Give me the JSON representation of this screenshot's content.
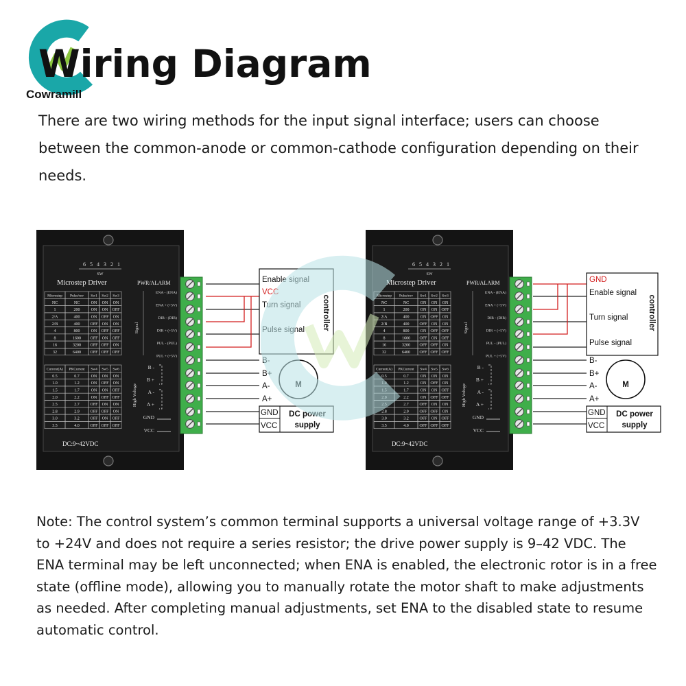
{
  "header": {
    "title": "Wiring Diagram",
    "logo_text": "Cowramill"
  },
  "intro": "There are two wiring methods for the input signal interface; users can choose between the common-anode or common-cathode configuration depending on their needs.",
  "driver": {
    "title": "Microstep Driver",
    "sw_label": "SW",
    "sw_numbers": [
      "6",
      "5",
      "4",
      "3",
      "2",
      "1"
    ],
    "pwr_alarm": "PWR/ALARM",
    "supply_label": "DC:9~42VDC",
    "signal_label": "Signal",
    "high_voltage_label": "High Voltage",
    "signal_terminals": [
      "ENA - (ENA)",
      "ENA + (+5V)",
      "DIR - (DIR)",
      "DIR + (+5V)",
      "PUL - (PUL)",
      "PUL + (+5V)"
    ],
    "power_terminals": [
      "B -",
      "B +",
      "A -",
      "A +",
      "GND",
      "VCC"
    ],
    "microstep_table": {
      "headers": [
        "Microstep",
        "Pulse/rev",
        "Sw1",
        "Sw2",
        "Sw3"
      ],
      "rows": [
        [
          "NC",
          "NC",
          "ON",
          "ON",
          "ON"
        ],
        [
          "1",
          "200",
          "ON",
          "ON",
          "OFF"
        ],
        [
          "2/A",
          "400",
          "ON",
          "OFF",
          "ON"
        ],
        [
          "2/B",
          "400",
          "OFF",
          "ON",
          "ON"
        ],
        [
          "4",
          "800",
          "ON",
          "OFF",
          "OFF"
        ],
        [
          "8",
          "1600",
          "OFF",
          "ON",
          "OFF"
        ],
        [
          "16",
          "3200",
          "OFF",
          "OFF",
          "ON"
        ],
        [
          "32",
          "6400",
          "OFF",
          "OFF",
          "OFF"
        ]
      ]
    },
    "current_table": {
      "headers": [
        "Current(A)",
        "PKCurrent",
        "Sw4",
        "Sw5",
        "Sw6"
      ],
      "rows": [
        [
          "0.5",
          "0.7",
          "ON",
          "ON",
          "ON"
        ],
        [
          "1.0",
          "1.2",
          "ON",
          "OFF",
          "ON"
        ],
        [
          "1.5",
          "1.7",
          "ON",
          "ON",
          "OFF"
        ],
        [
          "2.0",
          "2.2",
          "ON",
          "OFF",
          "OFF"
        ],
        [
          "2.5",
          "2.7",
          "OFF",
          "ON",
          "ON"
        ],
        [
          "2.8",
          "2.9",
          "OFF",
          "OFF",
          "ON"
        ],
        [
          "3.0",
          "3.2",
          "OFF",
          "ON",
          "OFF"
        ],
        [
          "3.5",
          "4.0",
          "OFF",
          "OFF",
          "OFF"
        ]
      ]
    }
  },
  "diagram_left": {
    "controller_label": "controller",
    "signal_labels": [
      "Enable signal",
      "VCC",
      "Turn signal",
      "Pulse signal"
    ],
    "motor_labels": [
      "B-",
      "B+",
      "A-",
      "A+"
    ],
    "motor_symbol": "M",
    "power_labels": [
      "GND",
      "VCC"
    ],
    "power_box_label": [
      "DC power",
      "supply"
    ]
  },
  "diagram_right": {
    "controller_label": "controller",
    "signal_labels": [
      "GND",
      "Enable signal",
      "Turn signal",
      "Pulse signal"
    ],
    "motor_labels": [
      "B-",
      "B+",
      "A-",
      "A+"
    ],
    "motor_symbol": "M",
    "power_labels": [
      "GND",
      "VCC"
    ],
    "power_box_label": [
      "DC power",
      "supply"
    ]
  },
  "note": "Note: The control system’s common terminal supports a universal voltage range of +3.3V to +24V and does not require a series resistor; the drive power supply is 9–42 VDC. The ENA terminal may be left unconnected; when ENA is enabled, the electronic rotor is in a free state (offline mode), allowing you to manually rotate the motor shaft to make adjustments as needed. After completing manual adjustments, set ENA to the disabled state to resume automatic control.",
  "colors": {
    "driver_body": "#141414",
    "terminal_green": "#3fae4a",
    "wire_red": "#d21c1c",
    "logo_teal": "#1aa7a8",
    "logo_green": "#8cc63f"
  }
}
